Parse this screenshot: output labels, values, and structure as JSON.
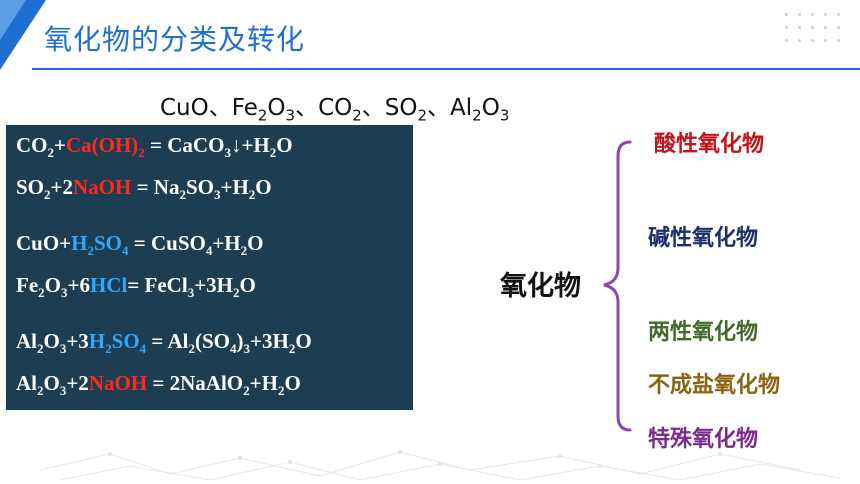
{
  "header": {
    "title": "氧化物的分类及转化"
  },
  "oxides": [
    {
      "base": "CuO",
      "sub": ""
    },
    {
      "sep": "、"
    },
    {
      "base": "Fe",
      "sub": "2",
      "base2": "O",
      "sub2": "3"
    },
    {
      "sep": "、"
    },
    {
      "base": "CO",
      "sub": "2"
    },
    {
      "sep": "、"
    },
    {
      "base": "SO",
      "sub": "2"
    },
    {
      "sep": "、"
    },
    {
      "base": "Al",
      "sub": "2",
      "base2": "O",
      "sub2": "3"
    }
  ],
  "oxides_text": "CuO、Fe2O3、CO2、SO2、Al2O3",
  "equations": [
    "CO2+Ca(OH)2 = CaCO3↓+H2O",
    "SO2+2NaOH = Na2SO3+H2O",
    "CuO+H2SO4 = CuSO4+H2O",
    "Fe2O3+6HCl= FeCl3+3H2O",
    "Al2O3+3H2SO4 = Al2(SO4)3+3H2O",
    "Al2O3+2NaOH = 2NaAlO2+H2O"
  ],
  "classification": {
    "root": "氧化物",
    "items": [
      {
        "label": "酸性氧化物",
        "color": "#c0141c"
      },
      {
        "label": "碱性氧化物",
        "color": "#1b2f6e"
      },
      {
        "label": "两性氧化物",
        "color": "#3f6b2a"
      },
      {
        "label": "不成盐氧化物",
        "color": "#8a6410"
      },
      {
        "label": "特殊氧化物",
        "color": "#7a2b8f"
      }
    ],
    "brace_color": "#8a48b0"
  },
  "colors": {
    "accent": "#1f6fd1",
    "panel_bg": "#1d3e52",
    "highlight_red": "#ff2a1a",
    "highlight_blue": "#2ea8ff"
  }
}
